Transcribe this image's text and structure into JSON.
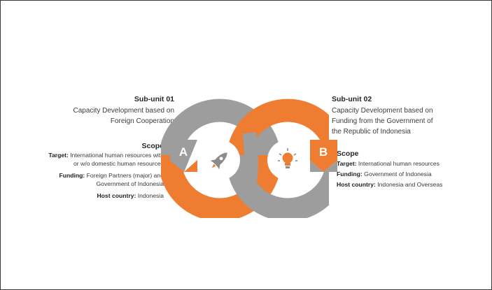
{
  "left": {
    "title": "Sub-unit 01",
    "description_lines": [
      "Capacity Development based on",
      "Foreign Cooperation"
    ],
    "scope_title": "Scope",
    "scope": [
      {
        "key": "Target:",
        "value": "International human resources with"
      },
      {
        "key": "",
        "value": "or w/o domestic human resources"
      },
      {
        "key": "Funding:",
        "value": "Foreign Partners (major) and"
      },
      {
        "key": "",
        "value": "Government of Indonesia"
      },
      {
        "key": "Host country:",
        "value": "Indonesia"
      }
    ]
  },
  "right": {
    "title": "Sub-unit 02",
    "description_lines": [
      "Capacity Development based on",
      "Funding from the Government of",
      "the Republic of Indonesia"
    ],
    "scope_title": "Scope",
    "scope": [
      {
        "key": "Target:",
        "value": "International human resources"
      },
      {
        "key": "Funding:",
        "value": "Government of Indonesia"
      },
      {
        "key": "Host country:",
        "value": "Indonesia and Overseas"
      }
    ]
  },
  "diagram": {
    "left_ring_label": "Sub-unit 01",
    "right_ring_label": "Sub-unit 02",
    "left_letter": "A",
    "right_letter": "B",
    "left_icon": "rocket-icon",
    "right_icon": "lightbulb-icon",
    "colors": {
      "gray": "#9d9d9d",
      "orange": "#ee7d31",
      "text_dark": "#333333",
      "white": "#ffffff"
    }
  }
}
